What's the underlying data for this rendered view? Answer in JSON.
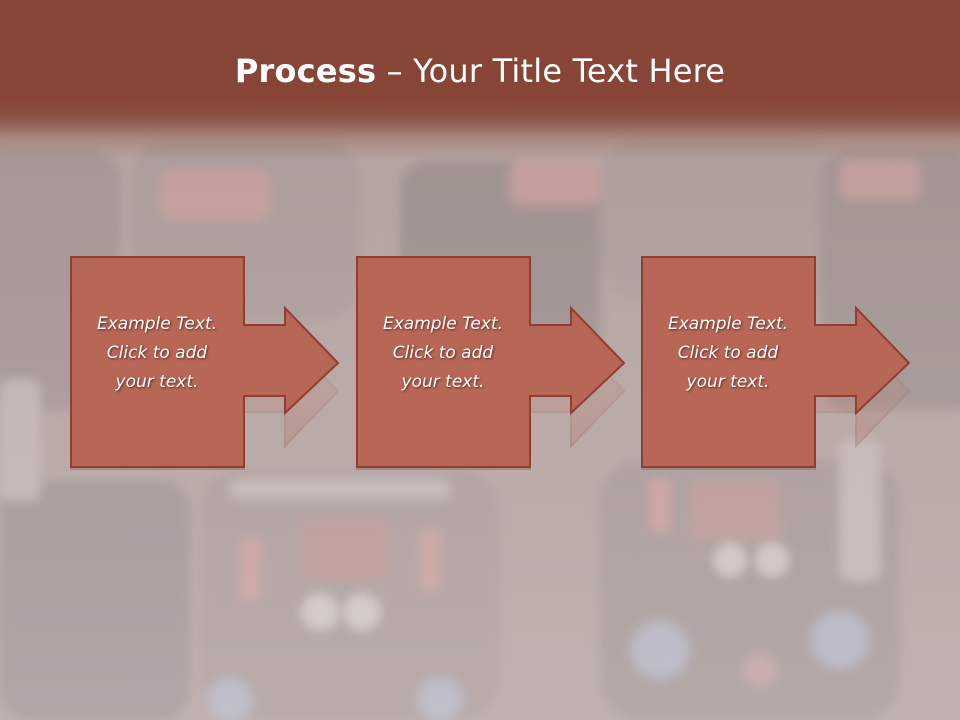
{
  "slide": {
    "title_bold": "Process",
    "title_dash": " – ",
    "title_rest": "Your Title Text Here"
  },
  "steps": [
    {
      "line1": "Example Text.",
      "line2": "Click  to add",
      "line3": "your text."
    },
    {
      "line1": "Example Text.",
      "line2": "Click  to add",
      "line3": "your text."
    },
    {
      "line1": "Example Text.",
      "line2": "Click  to add",
      "line3": "your text."
    }
  ],
  "colors": {
    "title_band": "#864537",
    "box_fill": "#b86757",
    "box_border": "#8f3f31",
    "title_text": "#ffffff"
  }
}
